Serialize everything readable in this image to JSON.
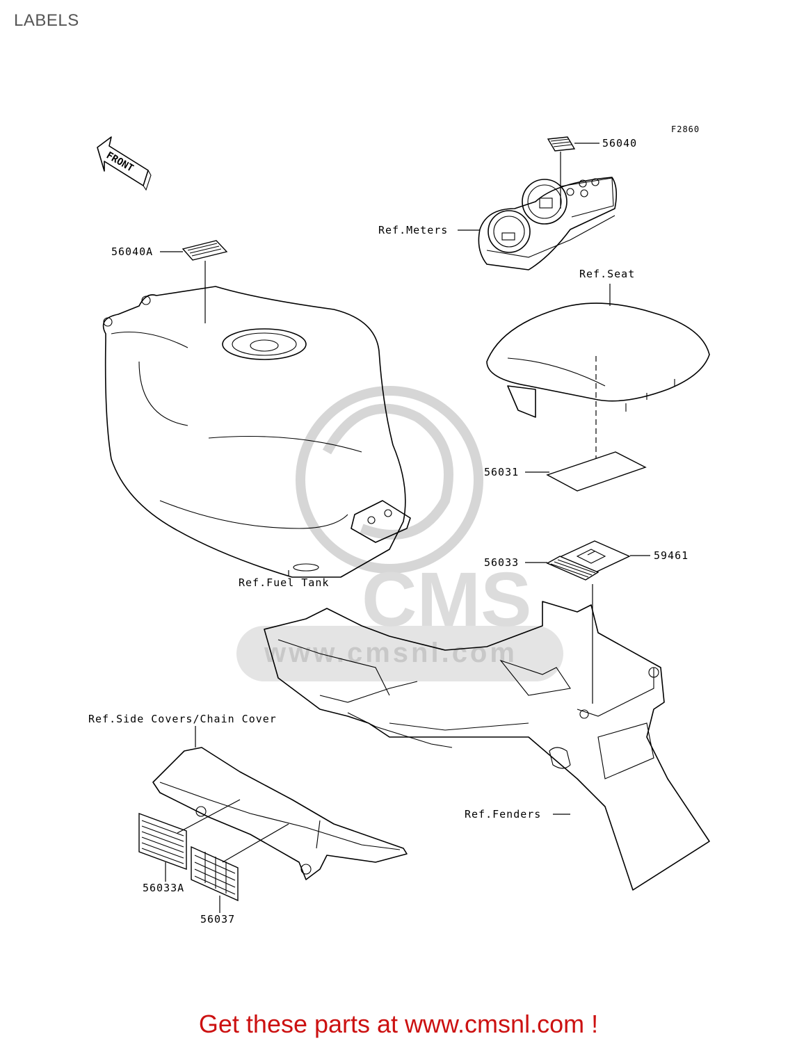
{
  "page": {
    "title": "LABELS"
  },
  "figure_code": "F2860",
  "front_arrow_label": "FRONT",
  "watermark": {
    "text": "CMS",
    "url_text": "www.cmsnl.com"
  },
  "callouts": {
    "p56040": "56040",
    "p56040A": "56040A",
    "ref_meters": "Ref.Meters",
    "ref_seat": "Ref.Seat",
    "p56031": "56031",
    "ref_fuel_tank": "Ref.Fuel Tank",
    "p56033": "56033",
    "p59461": "59461",
    "ref_side_covers": "Ref.Side Covers/Chain Cover",
    "ref_fenders": "Ref.Fenders",
    "p56033A": "56033A",
    "p56037": "56037"
  },
  "footer": {
    "promo_text": "Get these parts at www.cmsnl.com !"
  },
  "colors": {
    "promo": "#cc1111",
    "title": "#555555",
    "watermark": "#d6d6d6"
  }
}
